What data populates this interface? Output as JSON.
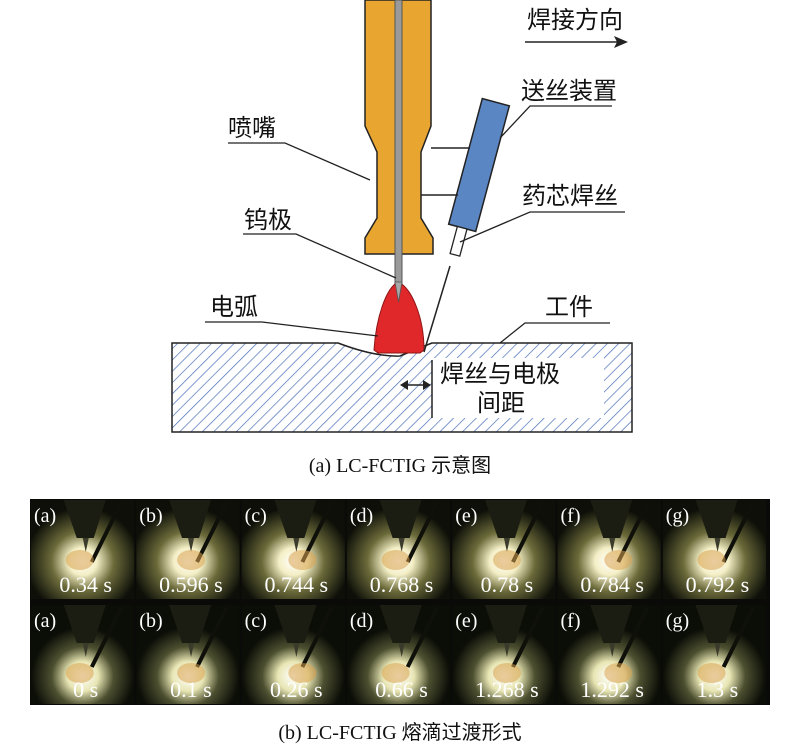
{
  "diagram": {
    "labels": {
      "direction": "焊接方向",
      "nozzle": "喷嘴",
      "feeder": "送丝装置",
      "electrode": "钨极",
      "wire": "药芯焊丝",
      "arc": "电弧",
      "workpiece": "工件",
      "gap_line1": "焊丝与电极",
      "gap_line2": "间距"
    },
    "caption": "(a) LC-FCTIG 示意图",
    "colors": {
      "nozzle": "#E8A631",
      "electrode": "#9A9A9A",
      "feeder": "#5B86C4",
      "arc": "#E0282A",
      "hatch": "#4A6FB8"
    }
  },
  "frames": {
    "rows": [
      {
        "letters": [
          "(a)",
          "(b)",
          "(c)",
          "(d)",
          "(e)",
          "(f)",
          "(g)"
        ],
        "times": [
          "0.34 s",
          "0.596 s",
          "0.744 s",
          "0.768 s",
          "0.78 s",
          "0.784 s",
          "0.792 s"
        ]
      },
      {
        "letters": [
          "(a)",
          "(b)",
          "(c)",
          "(d)",
          "(e)",
          "(f)",
          "(g)"
        ],
        "times": [
          "0 s",
          "0.1 s",
          "0.26 s",
          "0.66 s",
          "1.268 s",
          "1.292 s",
          "1.3 s"
        ]
      }
    ],
    "caption": "(b) LC-FCTIG 熔滴过渡形式"
  }
}
